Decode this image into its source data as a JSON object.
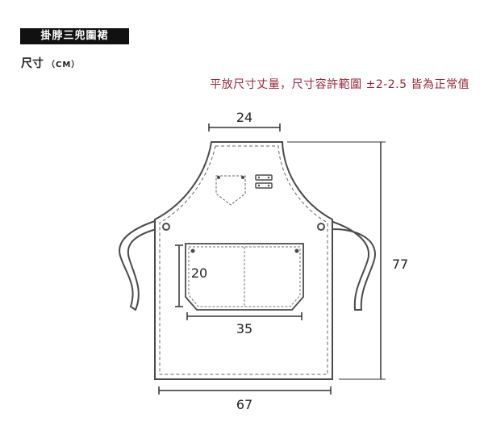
{
  "header": {
    "product_name": "掛脖三兜圍裙",
    "size_title": "尺寸",
    "size_unit": "（CM）"
  },
  "note": "平放尺寸丈量，尺寸容許範圍 ±2-2.5 皆為正常值",
  "dimensions": {
    "top_width": "24",
    "total_length": "77",
    "pocket_height": "20",
    "pocket_width": "35",
    "bottom_width": "67"
  },
  "colors": {
    "outline": "#4a4a4a",
    "note": "#9b2436",
    "dimension_line": "#333333"
  }
}
